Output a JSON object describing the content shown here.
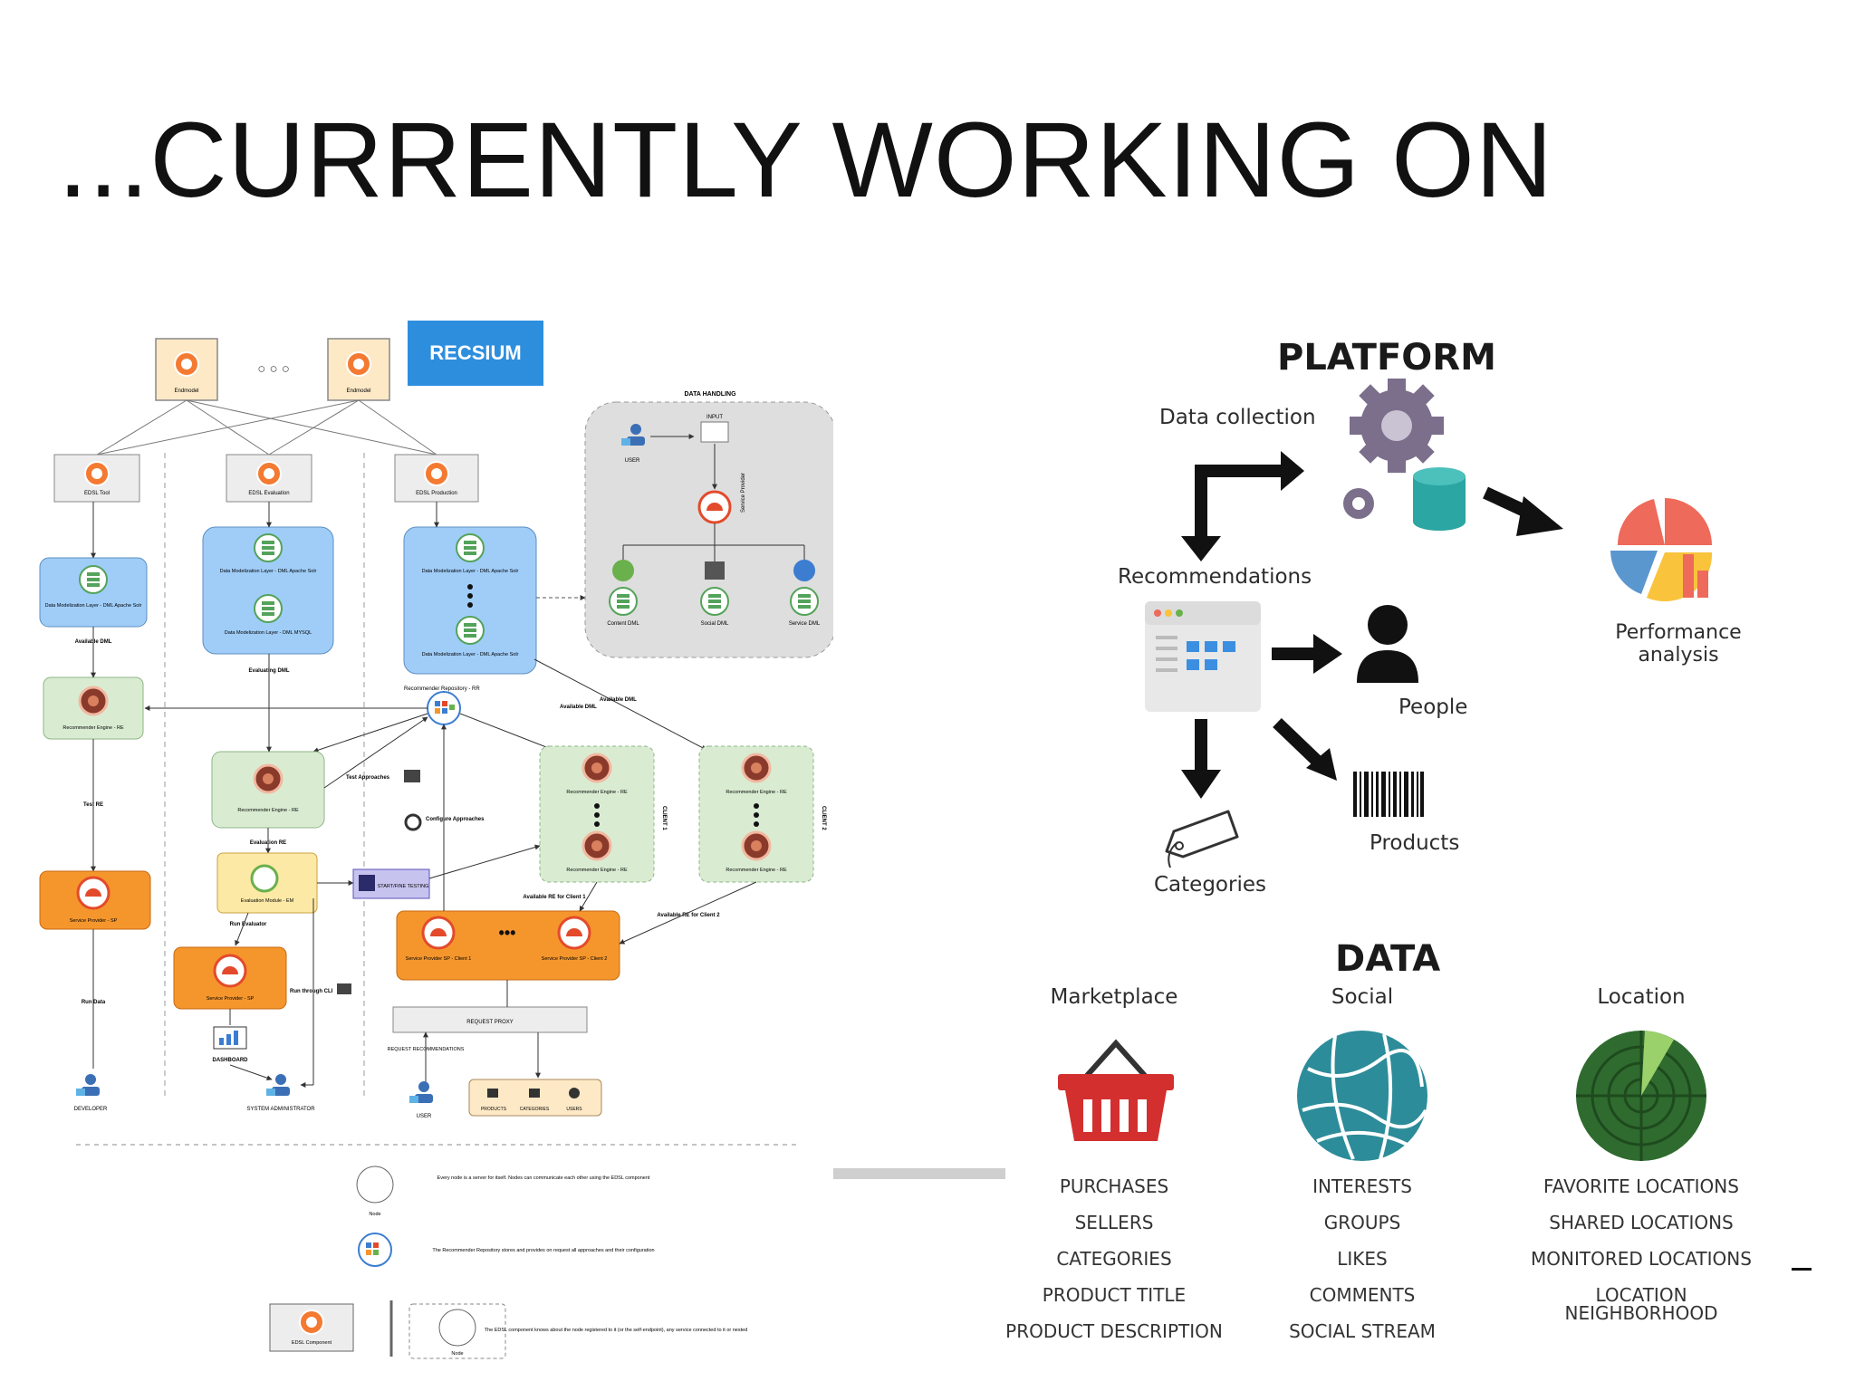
{
  "slide": {
    "title": "...CURRENTLY WORKING ON"
  },
  "arch": {
    "brand": "RECSIUM",
    "data_handling": "DATA HANDLING",
    "ellipsis": "○ ○ ○",
    "ellipsis_dots": "•••",
    "engines": [
      "Endmodel",
      "Endmodel"
    ],
    "eds": [
      "EDSL Tool",
      "EDSL Evaluation",
      "EDSL Production"
    ],
    "blue_left": "Data Modelization Layer - DML Apache Solr",
    "blue_mid": [
      "Data Modelization Layer - DML Apache Solr",
      "Data Modelization Layer - DML MYSQL"
    ],
    "blue_right": [
      "Data Modelization Layer - DML Apache Solr",
      "Data Modelization Layer - DML Apache Solr"
    ],
    "user_input": "INPUT",
    "user": "USER",
    "service_provider": "Service Provider",
    "dh_nodes": [
      "Content DML",
      "Social DML",
      "Service DML"
    ],
    "available_dml": "Available DML",
    "evaluating_dml": "Evaluating DML",
    "repository": "Recommender Repository - RR",
    "rec_engine_left": "Recommender Engine - RE",
    "rec_engine_mid": "Recommender Engine - RE",
    "rec_engine_c1": [
      "Recommender Engine - RE",
      "Recommender Engine - RE"
    ],
    "rec_engine_c2": [
      "Recommender Engine - RE",
      "Recommender Engine - RE"
    ],
    "test_approaches": "Test Approaches",
    "configure": "Configure Approaches",
    "evaluation_re": "Evaluation RE",
    "evaluation_module": "Evaluation Module - EM",
    "start_testing": "START/FINE TESTING",
    "client1": "CLIENT 1",
    "client2": "CLIENT 2",
    "test_re": "Test RE",
    "run_evaluator": "Run Evaluator",
    "sp_left": "Service Provider - SP",
    "sp_mid": "Service Provider - SP",
    "sp_c1": "Service Provider SP - Client 1",
    "sp_c2": "Service Provider SP - Client 2",
    "avail_c1": "Available RE for Client 1",
    "avail_c2": "Available RE for Client 2",
    "run_through_cli": "Run through CLI",
    "run_data": "Run Data",
    "dashboard": "DASHBOARD",
    "request_proxy": "REQUEST PROXY",
    "request_recs": "REQUEST RECOMMENDATIONS",
    "results": [
      "PRODUCTS",
      "CATEGORIES",
      "USERS"
    ],
    "developer": "DEVELOPER",
    "sys_admin": "SYSTEM ADMINISTRATOR",
    "user_bottom": "USER",
    "legend": [
      "Every node is a server for itself. Nodes can communicate each other using the EDSL component",
      "The Recommender Repository stores and provides on request all approaches and their configuration",
      "The EDSL component knows about the node registered to it (or the self-endpoint), any service connected to it or nested"
    ],
    "legend_node": "Node",
    "legend_component": "EDSL Component"
  },
  "platform": {
    "title": "PLATFORM",
    "data_collection": "Data collection",
    "recommendations": "Recommendations",
    "people": "People",
    "products": "Products",
    "categories": "Categories",
    "performance": [
      "Performance",
      "analysis"
    ]
  },
  "data": {
    "title": "DATA",
    "columns": [
      {
        "heading": "Marketplace",
        "items": [
          "PURCHASES",
          "SELLERS",
          "CATEGORIES",
          "PRODUCT TITLE",
          "PRODUCT DESCRIPTION"
        ]
      },
      {
        "heading": "Social",
        "items": [
          "INTERESTS",
          "GROUPS",
          "LIKES",
          "COMMENTS",
          "SOCIAL STREAM"
        ]
      },
      {
        "heading": "Location",
        "items": [
          "FAVORITE LOCATIONS",
          "SHARED LOCATIONS",
          "MONITORED LOCATIONS",
          "LOCATION",
          "NEIGHBORHOOD"
        ]
      }
    ]
  },
  "colors": {
    "recsium": "#2d8ede",
    "blue_box": "#9fcdf8",
    "green_box": "#d9ecd2",
    "orange_box": "#f5962c",
    "yellow_box": "#fde9a6",
    "engine_box": "#fde9c6",
    "pie_blue": "#5b97cf",
    "pie_yellow": "#f9c33c",
    "pie_red": "#ee6a5a",
    "teal": "#2ba6a2",
    "gear": "#7b6f8b",
    "basket": "#d32f2f",
    "globe": "#2d8c99",
    "radar": "#2f6b2f"
  },
  "icons": [
    "gear-icon",
    "database-icon",
    "pie-chart-icon",
    "person-icon",
    "barcode-icon",
    "tag-icon",
    "basket-icon",
    "globe-icon",
    "radar-icon",
    "browser-window-icon"
  ]
}
